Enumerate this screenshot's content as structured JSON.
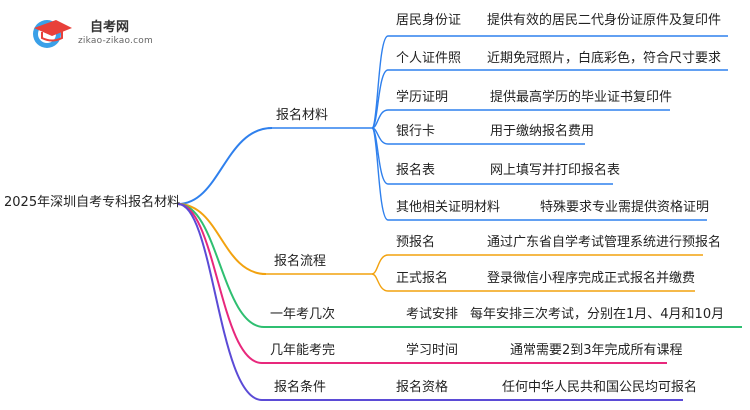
{
  "logo": {
    "title": "自考网",
    "url": "zikao-zikao.com",
    "icon": "graduation-cap-icon"
  },
  "root": "2025年深圳自考专科报名材料",
  "colors": {
    "blue": "#2f80ed",
    "orange": "#f2a20f",
    "green": "#2fbf71",
    "magenta": "#e8287c",
    "indigo": "#5b4bd6"
  },
  "branches": [
    {
      "label": "报名材料",
      "items": [
        {
          "label": "居民身份证",
          "detail": "提供有效的居民二代身份证原件及复印件"
        },
        {
          "label": "个人证件照",
          "detail": "近期免冠照片，白底彩色，符合尺寸要求"
        },
        {
          "label": "学历证明",
          "detail": "提供最高学历的毕业证书复印件"
        },
        {
          "label": "银行卡",
          "detail": "用于缴纳报名费用"
        },
        {
          "label": "报名表",
          "detail": "网上填写并打印报名表"
        },
        {
          "label": "其他相关证明材料",
          "detail": "特殊要求专业需提供资格证明"
        }
      ]
    },
    {
      "label": "报名流程",
      "items": [
        {
          "label": "预报名",
          "detail": "通过广东省自学考试管理系统进行预报名"
        },
        {
          "label": "正式报名",
          "detail": "登录微信小程序完成正式报名并缴费"
        }
      ]
    },
    {
      "label": "一年考几次",
      "items": [
        {
          "label": "考试安排",
          "detail": "每年安排三次考试，分别在1月、4月和10月"
        }
      ]
    },
    {
      "label": "几年能考完",
      "items": [
        {
          "label": "学习时间",
          "detail": "通常需要2到3年完成所有课程"
        }
      ]
    },
    {
      "label": "报名条件",
      "items": [
        {
          "label": "报名资格",
          "detail": "任何中华人民共和国公民均可报名"
        }
      ]
    }
  ]
}
